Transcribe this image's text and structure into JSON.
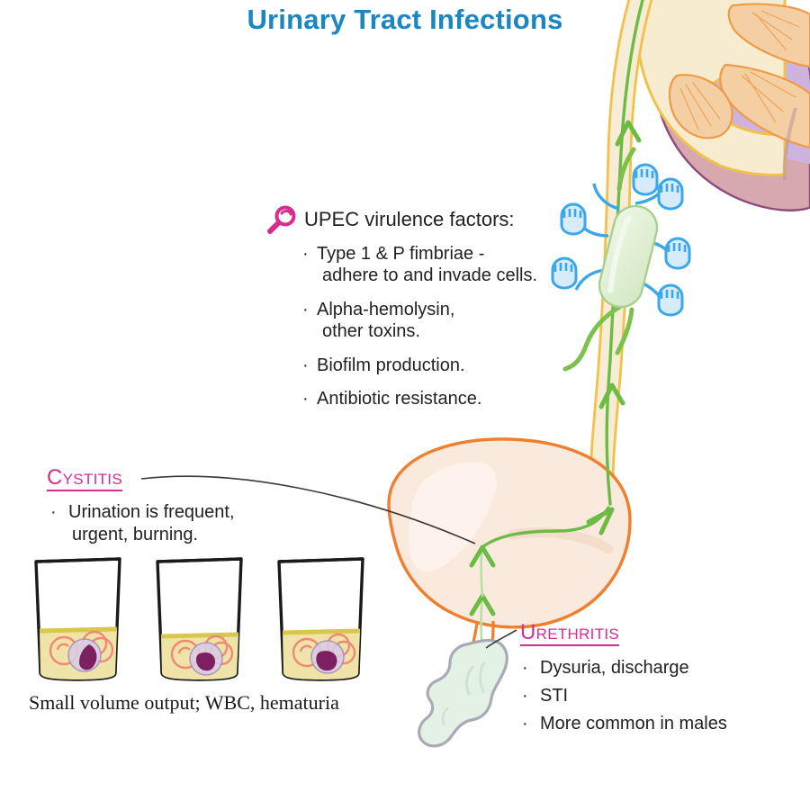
{
  "title": "Urinary Tract Infections",
  "colors": {
    "title_blue": "#1a86c2",
    "magenta": "#d62d8f",
    "text": "#231f20",
    "bladder_fill": "#faeade",
    "bladder_stroke": "#f07f2d",
    "ureter_fill": "#f7ecd6",
    "ureter_stroke": "#f2c14a",
    "arrow_green": "#6cbb45",
    "bacterium_fill": "#e2f0d6",
    "fimbria_blue": "#3aa7e8",
    "kidney_cortex": "#d6a9ae",
    "kidney_medulla": "#cdb3dd",
    "pyramid_fill": "#f4cfa4",
    "pyramid_stroke": "#ef9b45",
    "pelvis_fill": "#f7ecd0",
    "urine_yellow": "#f0e3a8",
    "rbc": "#f08878",
    "wbc_fill": "#d9cde4",
    "wbc_nucleus": "#7d2061",
    "discharge_fill": "#e4f2e6",
    "discharge_stroke": "#a9aab8"
  },
  "upec": {
    "icon": "magnifier-icon",
    "heading": "UPEC virulence factors:",
    "bullet": "·",
    "items": [
      {
        "line1": "Type 1 & P fimbriae -",
        "line2": "adhere to and invade cells."
      },
      {
        "line1": "Alpha-hemolysin,",
        "line2": "other toxins."
      },
      {
        "line1": "Biofilm production.",
        "line2": ""
      },
      {
        "line1": "Antibiotic resistance.",
        "line2": ""
      }
    ]
  },
  "cystitis": {
    "heading": "Cystitis",
    "bullet": "·",
    "items": [
      {
        "line1": "Urination is frequent,",
        "line2": "urgent, burning."
      }
    ]
  },
  "urethritis": {
    "heading": "Urethritis",
    "bullet": "·",
    "items": [
      {
        "line1": "Dysuria, discharge",
        "line2": ""
      },
      {
        "line1": "STI",
        "line2": ""
      },
      {
        "line1": "More common in males",
        "line2": ""
      }
    ]
  },
  "caption": "Small volume output; WBC, hematuria",
  "anatomy": {
    "kidney": "kidney-cross-section",
    "ureter": "ureter",
    "bladder": "bladder",
    "urethra": "urethra",
    "discharge": "urethral-discharge",
    "bacterium": "upec-bacterium",
    "glasses": [
      "urine-glass-1",
      "urine-glass-2",
      "urine-glass-3"
    ]
  }
}
